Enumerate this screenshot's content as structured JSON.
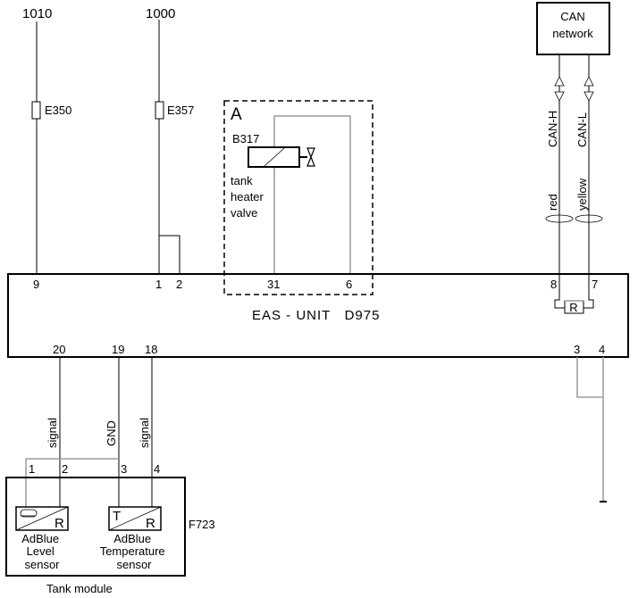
{
  "supplies": {
    "s1010": "1010",
    "s1000": "1000"
  },
  "fuses": {
    "e350": "E350",
    "e357": "E357"
  },
  "module_a": {
    "label": "A",
    "component_id": "B317",
    "description_lines": [
      "tank",
      "heater",
      "valve"
    ],
    "pin_31": "31",
    "pin_6": "6"
  },
  "can": {
    "box_lines": [
      "CAN",
      "network"
    ],
    "high_label": "CAN-H",
    "low_label": "CAN-L",
    "high_color": "red",
    "low_color": "yellow",
    "pin_8": "8",
    "pin_7": "7",
    "resistor": "R"
  },
  "eas_unit": {
    "title": "EAS - UNIT   D975",
    "top_pins": {
      "p9": "9",
      "p1": "1",
      "p2": "2"
    },
    "bottom_pins": {
      "p20": "20",
      "p19": "19",
      "p18": "18",
      "p3": "3",
      "p4": "4"
    }
  },
  "wires": {
    "w20": "signal",
    "w19": "GND",
    "w18": "signal"
  },
  "tank_module": {
    "title": "Tank module",
    "id": "F723",
    "pins": [
      "1",
      "2",
      "3",
      "4"
    ],
    "level_sensor": {
      "symbol_right": "R",
      "lines": [
        "AdBlue",
        "Level",
        "sensor"
      ]
    },
    "temp_sensor": {
      "symbol_left": "T",
      "symbol_right": "R",
      "lines": [
        "AdBlue",
        "Temperature",
        "sensor"
      ]
    }
  }
}
